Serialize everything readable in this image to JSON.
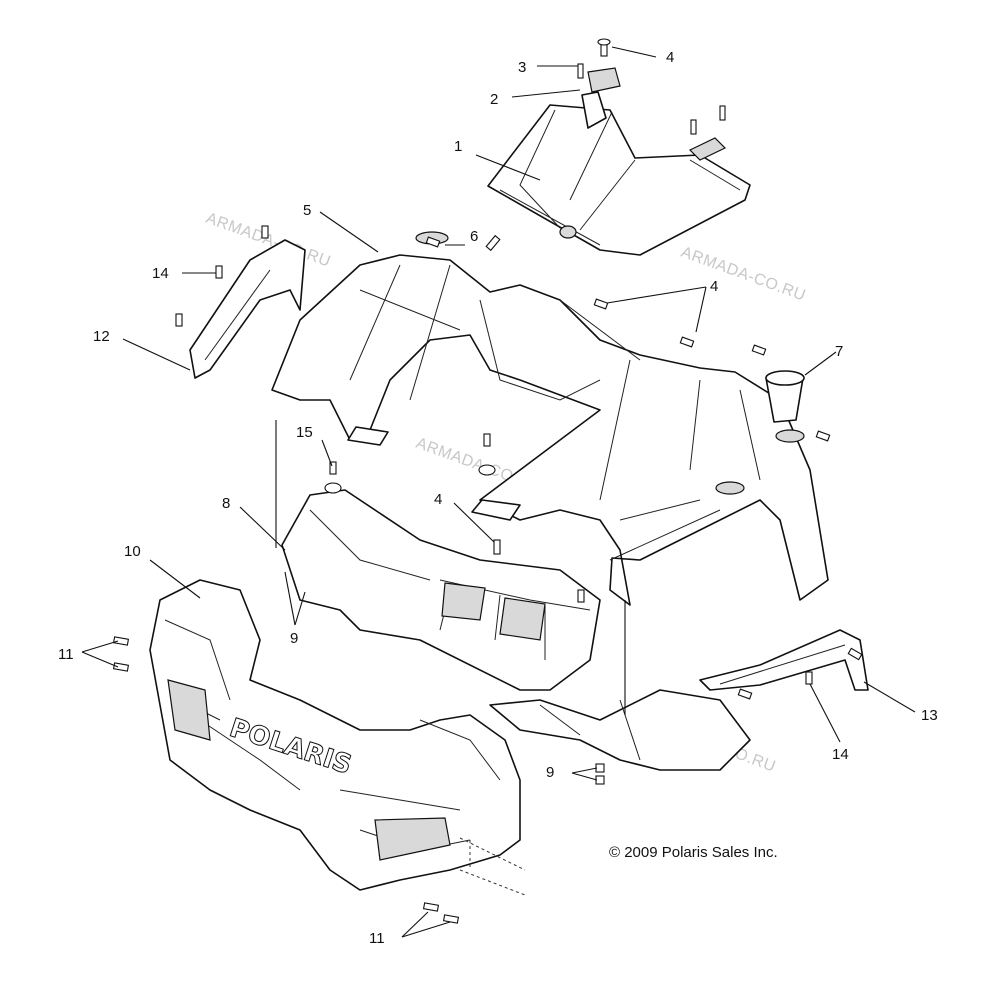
{
  "diagram": {
    "callouts": {
      "c1": "1",
      "c2": "2",
      "c3": "3",
      "c4a": "4",
      "c4b": "4",
      "c4c": "4",
      "c5": "5",
      "c6": "6",
      "c7": "7",
      "c8": "8",
      "c9a": "9",
      "c9b": "9",
      "c10": "10",
      "c11a": "11",
      "c11b": "11",
      "c12": "12",
      "c13": "13",
      "c14a": "14",
      "c14b": "14",
      "c15": "15"
    },
    "watermark": "ARMADA-CO.RU",
    "logo_text": "POLARIS",
    "copyright": "© 2009 Polaris Sales Inc."
  }
}
